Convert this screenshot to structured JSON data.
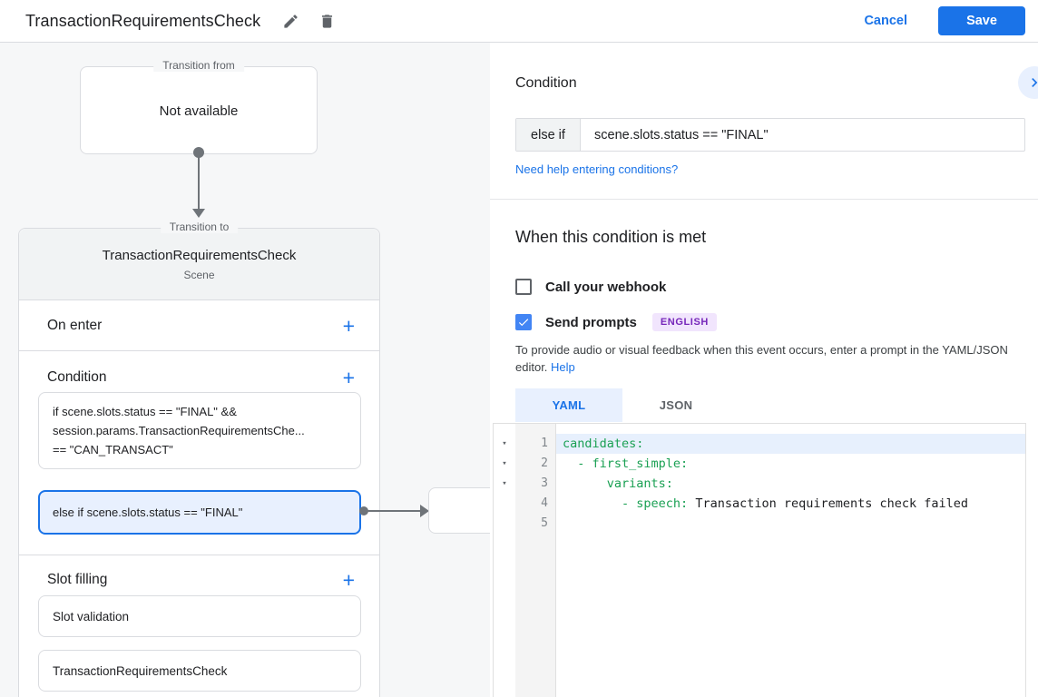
{
  "header": {
    "title": "TransactionRequirementsCheck",
    "cancel_label": "Cancel",
    "save_label": "Save"
  },
  "diagram": {
    "transition_from": {
      "legend": "Transition from",
      "content": "Not available"
    },
    "transition_to": {
      "legend": "Transition to",
      "scene_name": "TransactionRequirementsCheck",
      "scene_type": "Scene",
      "on_enter_label": "On enter",
      "condition_label": "Condition",
      "conditions": [
        {
          "selected": false,
          "lines": [
            "if scene.slots.status == \"FINAL\" &&",
            "session.params.TransactionRequirementsChe...",
            "== \"CAN_TRANSACT\""
          ]
        },
        {
          "selected": true,
          "lines": [
            "else if scene.slots.status == \"FINAL\""
          ]
        }
      ],
      "slot_filling_label": "Slot filling",
      "slots": [
        "Slot validation",
        "TransactionRequirementsCheck"
      ]
    }
  },
  "panel": {
    "title": "Condition",
    "condition_prefix": "else if",
    "condition_value": "scene.slots.status == \"FINAL\"",
    "help_link": "Need help entering conditions?",
    "section_title": "When this condition is met",
    "webhook_label": "Call your webhook",
    "send_prompts_label": "Send prompts",
    "language_badge": "ENGLISH",
    "hint_line1": "To provide audio or visual feedback when this event occurs, enter a prompt in the YAML/JSON",
    "hint_line2": "editor.",
    "hint_link": "Help",
    "tabs": [
      {
        "label": "YAML",
        "active": true
      },
      {
        "label": "JSON",
        "active": false
      }
    ],
    "editor": {
      "lines": [
        {
          "num": "1",
          "fold": true,
          "highlight": true,
          "segments": [
            {
              "text": "candidates:",
              "type": "key"
            }
          ]
        },
        {
          "num": "2",
          "fold": true,
          "highlight": false,
          "segments": [
            {
              "text": "  - first_simple:",
              "type": "key"
            }
          ]
        },
        {
          "num": "3",
          "fold": true,
          "highlight": false,
          "segments": [
            {
              "text": "      variants:",
              "type": "key"
            }
          ]
        },
        {
          "num": "4",
          "fold": false,
          "highlight": false,
          "segments": [
            {
              "text": "        - speech: ",
              "type": "key"
            },
            {
              "text": "Transaction requirements check failed",
              "type": "plain"
            }
          ]
        },
        {
          "num": "5",
          "fold": false,
          "highlight": false,
          "segments": []
        }
      ]
    }
  },
  "colors": {
    "accent_blue": "#1a73e8",
    "checkbox_blue": "#4285f4",
    "selected_condition_bg": "#e8f0fe",
    "badge_bg": "#f1e5fd",
    "badge_text": "#7627ba",
    "code_key_green": "#1aa053"
  }
}
